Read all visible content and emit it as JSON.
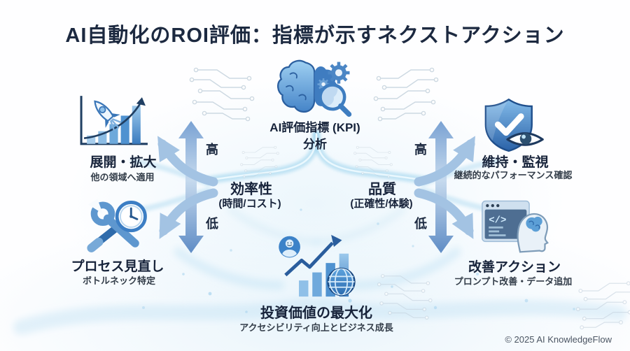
{
  "title": "AI自動化のROI評価：指標が示すネクストアクション",
  "center_node": {
    "label_line1": "AI評価指標 (KPI)",
    "label_line2": "分析",
    "icon": "brain-gears-magnifier-icon"
  },
  "axes": {
    "efficiency": {
      "label": "効率性",
      "sub": "(時間/コスト)",
      "high": "高",
      "low": "低"
    },
    "quality": {
      "label": "品質",
      "sub": "(正確性/体験)",
      "high": "高",
      "low": "低"
    }
  },
  "nodes": {
    "expand": {
      "label": "展開・拡大",
      "sub": "他の領域へ適用",
      "icon": "rocket-growth-chart-icon"
    },
    "process": {
      "label": "プロセス見直し",
      "sub": "ボトルネック特定",
      "icon": "wrench-clock-icon"
    },
    "maintain": {
      "label": "維持・監視",
      "sub": "継続的なパフォーマンス確認",
      "icon": "shield-check-eye-icon"
    },
    "improve": {
      "label": "改善アクション",
      "sub": "プロンプト改善・データ追加",
      "icon": "code-window-brain-head-icon"
    },
    "invest": {
      "label": "投資価値の最大化",
      "sub": "アクセシビリティ向上とビジネス成長",
      "icon": "person-growth-globe-icon"
    }
  },
  "footer": {
    "copyright": "© 2025 AI KnowledgeFlow"
  },
  "colors": {
    "title_text": "#1c2940",
    "label_text": "#17233a",
    "subtitle_text": "#333d49",
    "arrow_steel_blue": "#a3c3e3",
    "vertical_arrow_blue": "#6d98cd",
    "icon_blue_dark": "#2f6bab",
    "icon_blue_mid": "#4f8cc9",
    "icon_blue_light": "#aed4f2",
    "glow_cyan": "#8ecdec",
    "circuit_gray": "#c5d2dd"
  }
}
